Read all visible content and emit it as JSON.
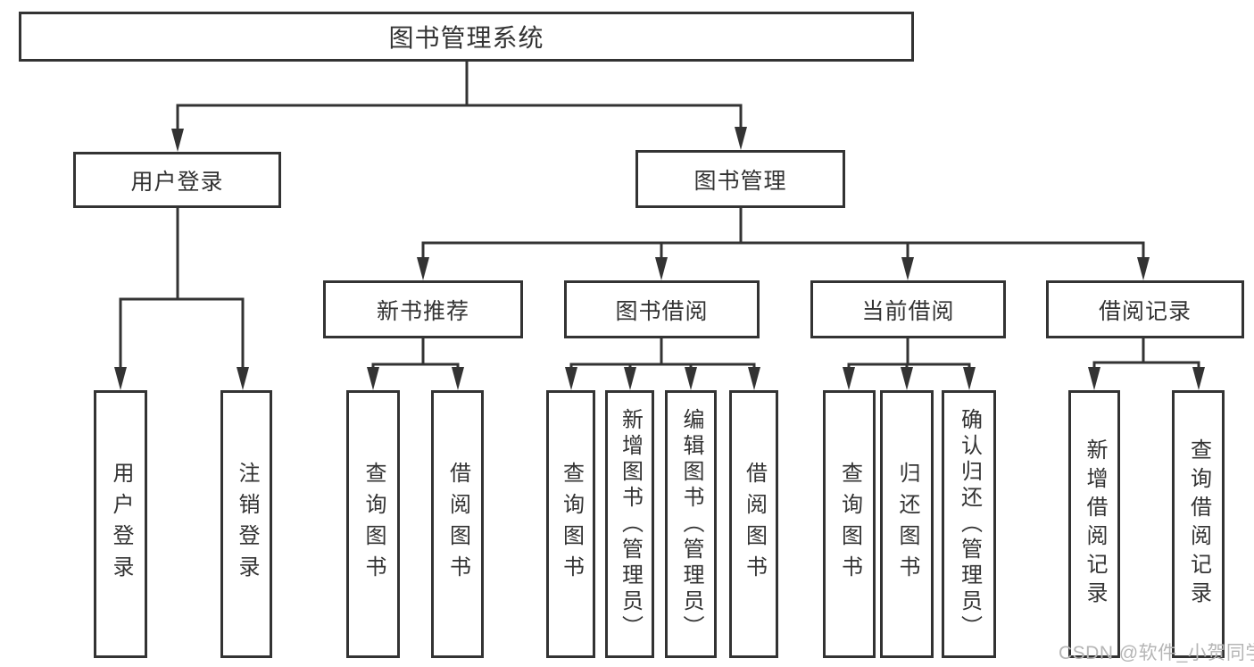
{
  "tree": {
    "root": {
      "label": "图书管理系统"
    },
    "level2": [
      {
        "label": "用户登录",
        "children": [
          {
            "label": "用户登录"
          },
          {
            "label": "注销登录"
          }
        ]
      },
      {
        "label": "图书管理",
        "children": [
          {
            "label": "新书推荐",
            "children": [
              {
                "label": "查询图书"
              },
              {
                "label": "借阅图书"
              }
            ]
          },
          {
            "label": "图书借阅",
            "children": [
              {
                "label": "查询图书"
              },
              {
                "label": "新增图书（管理员）"
              },
              {
                "label": "编辑图书（管理员）"
              },
              {
                "label": "借阅图书"
              }
            ]
          },
          {
            "label": "当前借阅",
            "children": [
              {
                "label": "查询图书"
              },
              {
                "label": "归还图书"
              },
              {
                "label": "确认归还（管理员）"
              }
            ]
          },
          {
            "label": "借阅记录",
            "children": [
              {
                "label": "新增借阅记录"
              },
              {
                "label": "查询借阅记录"
              }
            ]
          }
        ]
      }
    ]
  },
  "watermark": {
    "text": "CSDN @软件_小贺同学"
  },
  "colors": {
    "line": "#333333",
    "text": "#333333",
    "background": "#ffffff",
    "box_fill": "#ffffff",
    "watermark": "#b5b5b5"
  }
}
